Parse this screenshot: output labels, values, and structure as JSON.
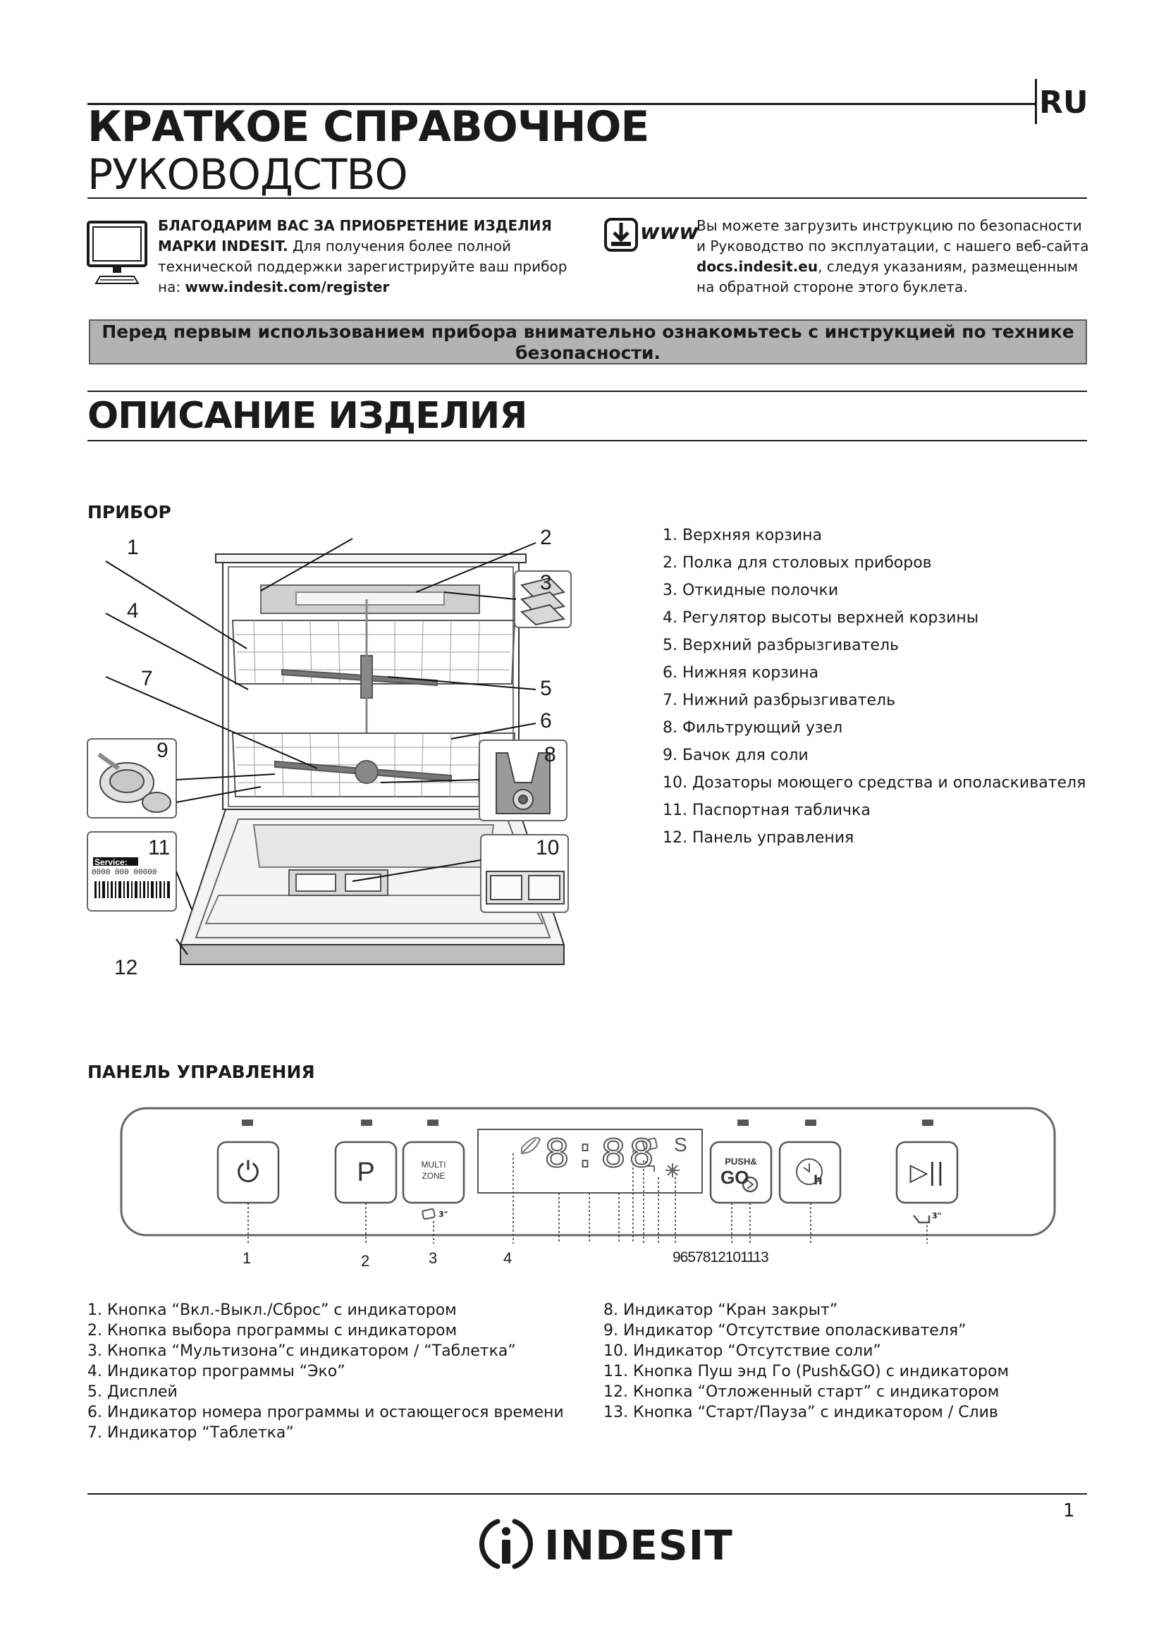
{
  "header": {
    "lang": "RU",
    "title_line1": "КРАТКОЕ СПРАВОЧНОЕ",
    "title_line2": "РУКОВОДСТВО"
  },
  "intro": {
    "thanks_bold": "БЛАГОДАРИМ ВАС ЗА ПРИОБРЕТЕНИЕ ИЗДЕЛИЯ МАРКИ INDESIT.",
    "thanks_text": " Для получения более полной технической поддержки зарегистрируйте ваш прибор на: ",
    "register_url": "www.indesit.com/register",
    "www_label": "www",
    "download_text_1": "Вы можете загрузить инструкцию по безопасности и Руководство по эксплуатации, с нашего веб-сайта ",
    "download_url": "docs.indesit.eu",
    "download_text_2": ", следуя указаниям, размещенным на обратной стороне этого буклета."
  },
  "warning": "Перед первым использованием прибора внимательно ознакомьтесь с инструкцией по технике безопасности.",
  "product_description": {
    "title": "ОПИСАНИЕ ИЗДЕЛИЯ",
    "appliance_title": "ПРИБОР",
    "callouts": [
      "1",
      "2",
      "3",
      "4",
      "5",
      "6",
      "7",
      "8",
      "9",
      "10",
      "11",
      "12"
    ],
    "service_label": "Service:",
    "service_number": "0000 000 00000",
    "parts": [
      "1. Верхняя корзина",
      "2. Полка для столовых приборов",
      "3. Откидные полочки",
      "4. Регулятор высоты верхней корзины",
      "5. Верхний разбрызгиватель",
      "6. Нижняя корзина",
      "7. Нижний разбрызгиватель",
      "8. Фильтрующий узел",
      "9. Бачок для соли",
      "10. Дозаторы моющего средства и ополаскивателя",
      "11. Паспортная табличка",
      "12. Панель управления"
    ]
  },
  "control_panel": {
    "title": "ПАНЕЛЬ УПРАВЛЕНИЯ",
    "buttons": {
      "power_symbol": "⏻",
      "program_label": "P",
      "multizone_label_1": "MULTI",
      "multizone_label_2": "ZONE",
      "tablet_3s": "3\"",
      "pushgo_label_1": "PUSH&",
      "pushgo_label_2": "GO",
      "delay_symbol": "h",
      "startpause_symbol": "▷||",
      "drain_3s": "3\""
    },
    "display": {
      "digits": "8:88",
      "salt_symbol": "S"
    },
    "pointer_numbers": [
      "1",
      "2",
      "3",
      "4",
      "9657812101113"
    ],
    "items_left": [
      "1. Кнопка “Вкл.-Выкл./Сброс” с индикатором",
      "2. Кнопка выбора программы с индикатором",
      "3. Кнопка “Мультизона”с индикатором / “Таблетка”",
      "4. Индикатор программы “Эко”",
      "5. Дисплей",
      "6. Индикатор номера программы и остающегося времени",
      "7. Индикатор “Таблетка”"
    ],
    "items_right": [
      "8. Индикатор “Кран закрыт”",
      "9. Индикатор “Отсутствие ополаскивателя”",
      "10. Индикатор “Отсутствие соли”",
      "11. Кнопка Пуш энд Го (Push&GO) с индикатором",
      "12. Кнопка “Отложенный старт” с индикатором",
      "13. Кнопка “Старт/Пауза” с индикатором / Слив"
    ]
  },
  "footer": {
    "page_number": "1",
    "brand": "INDESIT"
  }
}
